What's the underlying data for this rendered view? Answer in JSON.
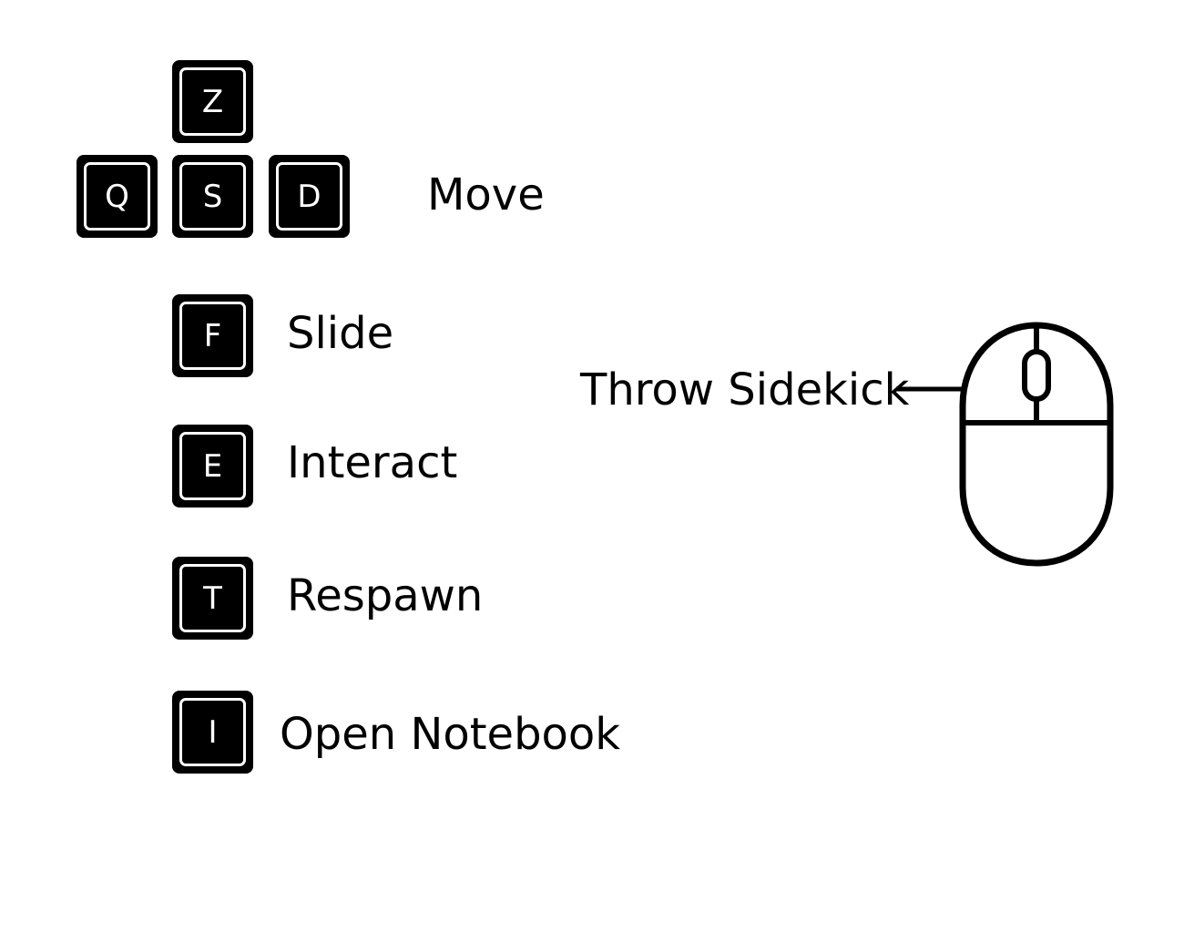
{
  "controls": {
    "keys": {
      "z": "Z",
      "q": "Q",
      "s": "S",
      "d": "D",
      "f": "F",
      "e": "E",
      "t": "T",
      "i": "I"
    },
    "actions": {
      "move": "Move",
      "slide": "Slide",
      "interact": "Interact",
      "respawn": "Respawn",
      "open_notebook": "Open Notebook",
      "throw_sidekick": "Throw Sidekick"
    }
  },
  "icons": {
    "mouse": "mouse-icon"
  },
  "colors": {
    "key_background": "#000000",
    "key_text": "#ffffff",
    "label_text": "#000000",
    "page_background": "#ffffff"
  }
}
